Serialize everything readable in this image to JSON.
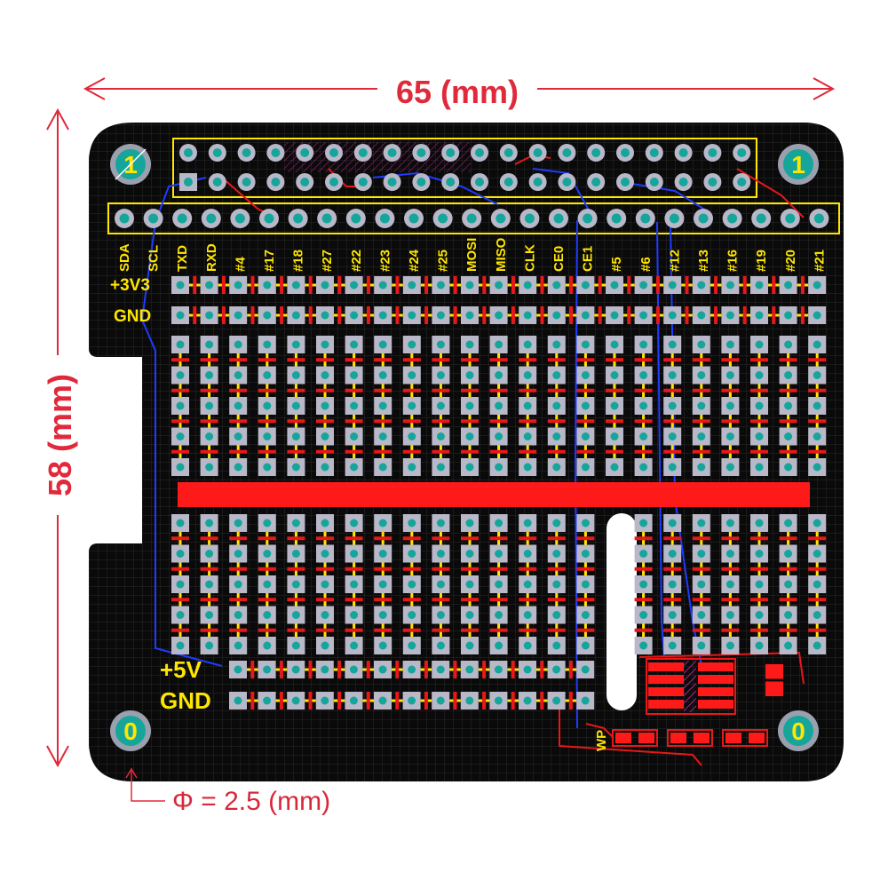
{
  "dimensions": {
    "width_label": "65 (mm)",
    "height_label": "58 (mm)",
    "hole_label": "Φ = 2.5 (mm)"
  },
  "header": {
    "pin_labels": [
      "SDA",
      "SCL",
      "TXD",
      "RXD",
      "#4",
      "#17",
      "#18",
      "#27",
      "#22",
      "#23",
      "#24",
      "#25",
      "MOSI",
      "MISO",
      "CLK",
      "CE0",
      "CE1",
      "#5",
      "#6",
      "#12",
      "#13",
      "#16",
      "#19",
      "#20",
      "#21"
    ],
    "pin1_marker": "1"
  },
  "rails": {
    "top_power": "+3V3",
    "top_ground": "GND",
    "bottom_power": "+5V",
    "bottom_ground": "GND"
  },
  "mounting_holes": {
    "top_left": "1",
    "top_right": "1",
    "bottom_left": "0",
    "bottom_right": "0"
  },
  "chip": {
    "wp_label": "WP"
  },
  "colors": {
    "board": "#0a0a0a",
    "grid": "#2b2b2b",
    "pad": "#b8b8c8",
    "hole": "#16a59b",
    "copper": "#e81818",
    "silk": "#ffe600",
    "trace_blue": "#1f3cff",
    "dimension": "#e0293a"
  }
}
